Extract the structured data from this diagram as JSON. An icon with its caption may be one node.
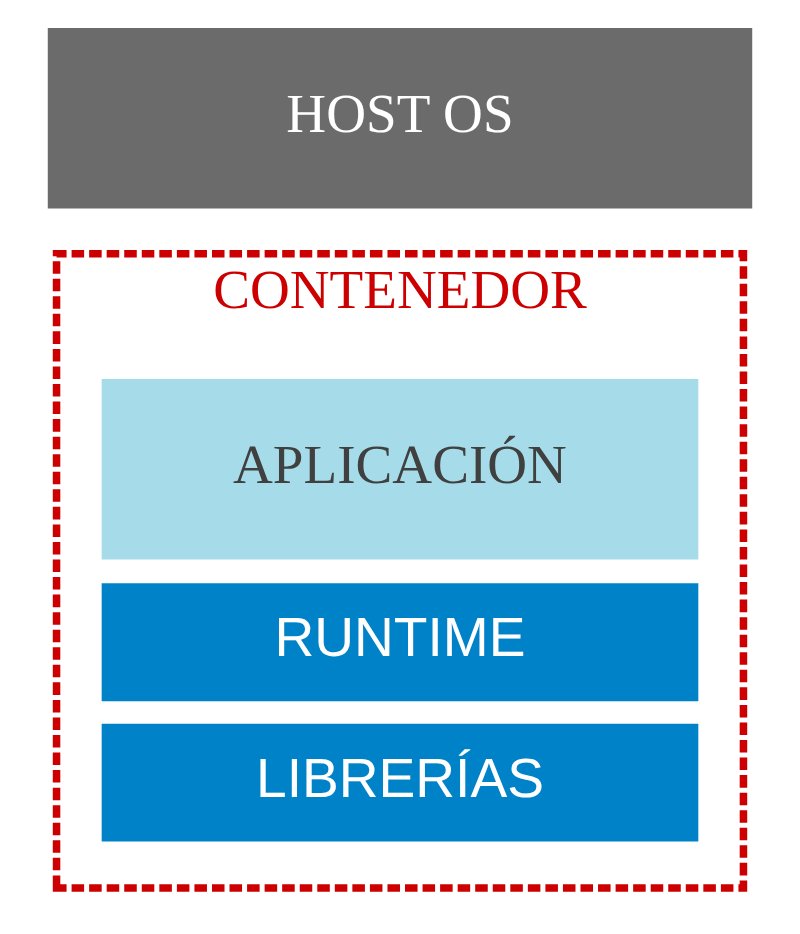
{
  "diagram": {
    "nodes": [
      {
        "text": [
          "CONTENEDOR"
        ]
      },
      {
        "text": [
          "APLICACIÓN"
        ],
        "in": 0
      },
      {
        "text": [
          "RUNTIME"
        ],
        "in": 0
      },
      {
        "text": [
          "LIBRERÍAS"
        ],
        "in": 0
      },
      {
        "text": [
          "HOST OS"
        ]
      }
    ]
  }
}
